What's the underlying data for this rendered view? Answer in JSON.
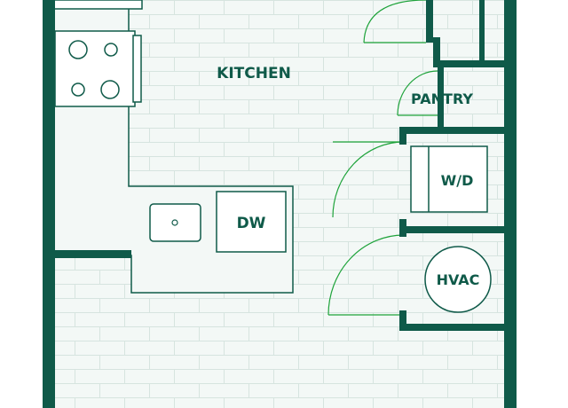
{
  "floorplan": {
    "labels": {
      "kitchen": "KITCHEN",
      "pantry": "PANTRY",
      "washer_dryer": "W/D",
      "dishwasher": "DW",
      "hvac": "HVAC"
    },
    "colors": {
      "wall": "#0f5a49",
      "floor_fill": "#f3f8f6",
      "floor_lines": "#d6e4df",
      "door_swing": "#1fa33b",
      "fixture_fill": "#ffffff",
      "background": "#ffffff"
    },
    "icons": {
      "cooktop": "stove-burners-icon",
      "sink": "sink-basin-icon",
      "doors": "door-swing-icon"
    }
  }
}
